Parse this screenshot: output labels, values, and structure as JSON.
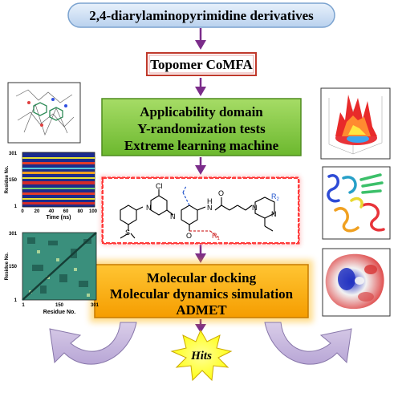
{
  "top_box": {
    "label": "2,4-diarylaminopyrimidine derivatives",
    "fill": "#cfe0f3",
    "edge": "#7aa2cf"
  },
  "method_box": {
    "label": "Topomer CoMFA",
    "border": "#c0392b"
  },
  "validation_box": {
    "lines": [
      "Applicability domain",
      "Y-randomization tests",
      "Extreme learning machine"
    ],
    "fill": "#8fce4a"
  },
  "simulation_box": {
    "lines": [
      "Molecular docking",
      "Molecular dynamics simulation",
      "ADMET"
    ],
    "fill": "#ffb300"
  },
  "hits": {
    "label": "Hits",
    "fill": "#ffff33"
  },
  "arrow_color": "#7b2c8a",
  "structure": {
    "atoms": {
      "cl": "Cl",
      "r1": "R",
      "r1_sub": "1",
      "r2": "R",
      "r2_sub": "2",
      "h": "H",
      "n": "N",
      "o": "O",
      "s": "S"
    }
  },
  "rmsf_plot": {
    "ylabel": "Residue No.",
    "xlabel": "Time (ns)",
    "yticks": [
      "301",
      "150",
      "1"
    ],
    "xticks": [
      "0",
      "20",
      "40",
      "60",
      "80",
      "100"
    ]
  },
  "contact_map": {
    "ylabel": "Residue No.",
    "xlabel": "Residue No.",
    "yticks": [
      "301",
      "150",
      "1"
    ],
    "xticks": [
      "1",
      "150",
      "301"
    ]
  }
}
